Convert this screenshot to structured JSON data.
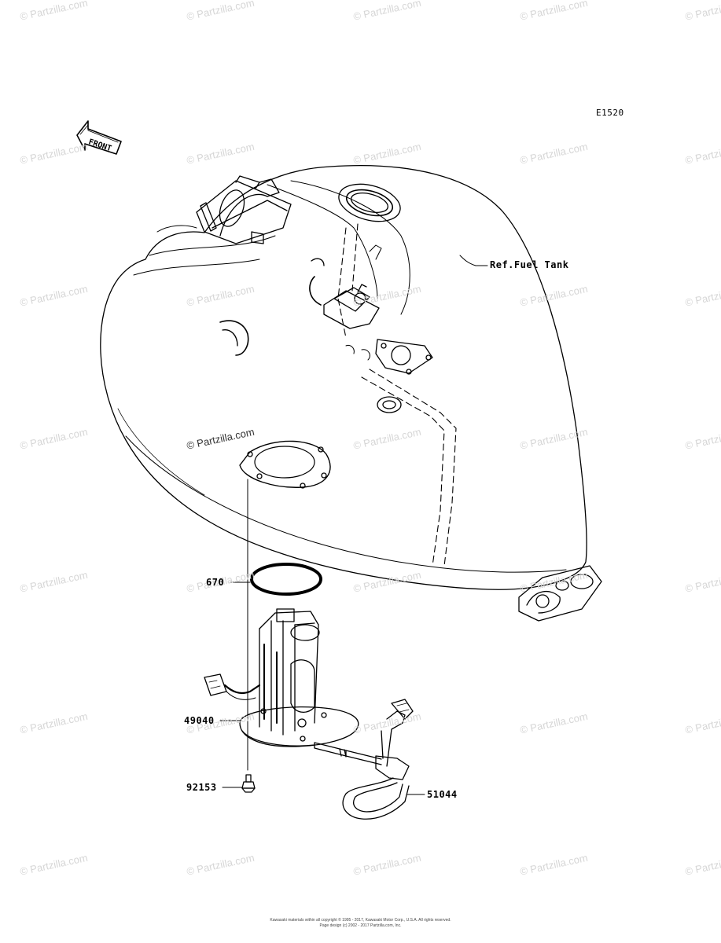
{
  "diagram": {
    "code": "E1520",
    "front_label": "FRONT",
    "ref_label": "Ref.Fuel Tank",
    "parts": [
      {
        "number": "670"
      },
      {
        "number": "49040"
      },
      {
        "number": "92153"
      },
      {
        "number": "51044"
      }
    ]
  },
  "watermark": {
    "text": "© Partzilla.com"
  },
  "footer": {
    "line1": "Kawasaki materials within all copyright © 1995 - 2017, Kawasaki Motor Corp., U.S.A. All rights reserved.",
    "line2": "Page design (c) 2002 - 2017 Partzilla.com, Inc."
  }
}
